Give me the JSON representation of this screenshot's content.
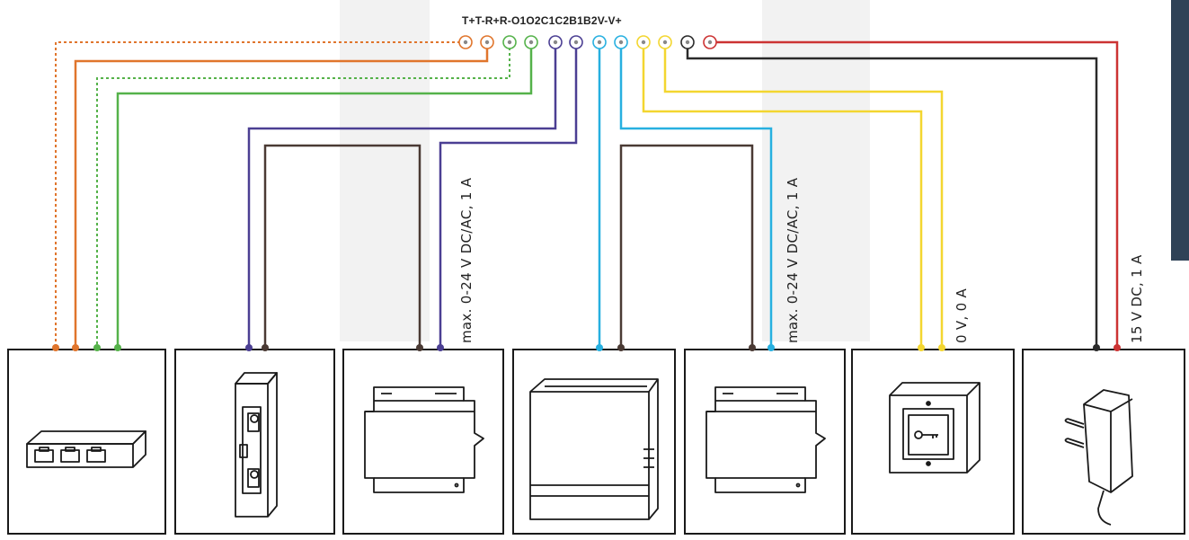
{
  "terminal_header": "T+T-R+R-O1O2C1C2B1B2V-V+",
  "labels": {
    "relay1": "max. 0-24 V DC/AC, 1 A",
    "relay2": "max. 0-24 V DC/AC, 1 A",
    "button": "0 V, 0 A",
    "power": "15 V DC, 1 A"
  },
  "devices": [
    {
      "name": "network-switch"
    },
    {
      "name": "electric-strike"
    },
    {
      "name": "din-relay-module"
    },
    {
      "name": "din-power-supply"
    },
    {
      "name": "din-relay-module"
    },
    {
      "name": "exit-button"
    },
    {
      "name": "power-adapter"
    }
  ],
  "colors": {
    "orange": "#e0752c",
    "green": "#55b24a",
    "purple": "#4b3f93",
    "blue": "#27b0e0",
    "yellow": "#f3d630",
    "black": "#2a2a2a",
    "red": "#cc3333",
    "brown": "#4a3a34"
  }
}
